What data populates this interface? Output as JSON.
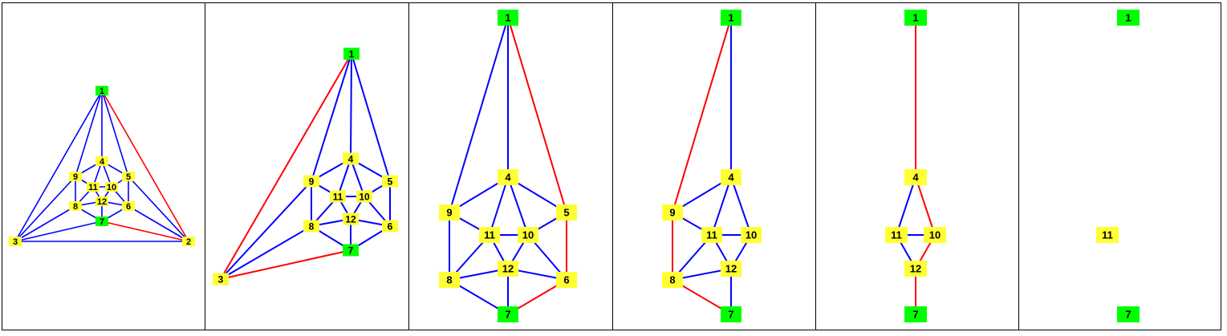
{
  "colors": {
    "edge_default": "#0000ff",
    "edge_highlight": "#ff0000",
    "node_default": "#ffff33",
    "node_terminal": "#00ff00",
    "frame": "#000000"
  },
  "panels": [
    {
      "nodes": [
        {
          "id": "1",
          "type": "terminal"
        },
        {
          "id": "2",
          "type": "default"
        },
        {
          "id": "3",
          "type": "default"
        },
        {
          "id": "4",
          "type": "default"
        },
        {
          "id": "5",
          "type": "default"
        },
        {
          "id": "6",
          "type": "default"
        },
        {
          "id": "7",
          "type": "terminal"
        },
        {
          "id": "8",
          "type": "default"
        },
        {
          "id": "9",
          "type": "default"
        },
        {
          "id": "10",
          "type": "default"
        },
        {
          "id": "11",
          "type": "default"
        },
        {
          "id": "12",
          "type": "default"
        }
      ],
      "edges": [
        [
          "1",
          "2",
          "red"
        ],
        [
          "1",
          "3",
          "blue"
        ],
        [
          "1",
          "4",
          "blue"
        ],
        [
          "1",
          "5",
          "blue"
        ],
        [
          "1",
          "9",
          "blue"
        ],
        [
          "2",
          "3",
          "blue"
        ],
        [
          "2",
          "5",
          "blue"
        ],
        [
          "2",
          "6",
          "blue"
        ],
        [
          "2",
          "7",
          "red"
        ],
        [
          "3",
          "7",
          "blue"
        ],
        [
          "3",
          "8",
          "blue"
        ],
        [
          "3",
          "9",
          "blue"
        ],
        [
          "4",
          "9",
          "blue"
        ],
        [
          "4",
          "5",
          "blue"
        ],
        [
          "4",
          "11",
          "blue"
        ],
        [
          "4",
          "10",
          "blue"
        ],
        [
          "9",
          "11",
          "blue"
        ],
        [
          "9",
          "8",
          "blue"
        ],
        [
          "5",
          "10",
          "blue"
        ],
        [
          "5",
          "6",
          "blue"
        ],
        [
          "11",
          "10",
          "blue"
        ],
        [
          "11",
          "8",
          "blue"
        ],
        [
          "11",
          "12",
          "blue"
        ],
        [
          "10",
          "12",
          "blue"
        ],
        [
          "10",
          "6",
          "blue"
        ],
        [
          "8",
          "12",
          "blue"
        ],
        [
          "12",
          "6",
          "blue"
        ],
        [
          "8",
          "7",
          "blue"
        ],
        [
          "12",
          "7",
          "blue"
        ],
        [
          "6",
          "7",
          "blue"
        ]
      ]
    },
    {
      "nodes": [
        {
          "id": "1",
          "type": "terminal"
        },
        {
          "id": "3",
          "type": "default"
        },
        {
          "id": "4",
          "type": "default"
        },
        {
          "id": "5",
          "type": "default"
        },
        {
          "id": "6",
          "type": "default"
        },
        {
          "id": "7",
          "type": "terminal"
        },
        {
          "id": "8",
          "type": "default"
        },
        {
          "id": "9",
          "type": "default"
        },
        {
          "id": "10",
          "type": "default"
        },
        {
          "id": "11",
          "type": "default"
        },
        {
          "id": "12",
          "type": "default"
        }
      ],
      "edges": [
        [
          "1",
          "3",
          "red"
        ],
        [
          "1",
          "9",
          "blue"
        ],
        [
          "1",
          "4",
          "blue"
        ],
        [
          "1",
          "5",
          "blue"
        ],
        [
          "3",
          "9",
          "blue"
        ],
        [
          "3",
          "8",
          "blue"
        ],
        [
          "3",
          "7",
          "red"
        ],
        [
          "4",
          "9",
          "blue"
        ],
        [
          "4",
          "5",
          "blue"
        ],
        [
          "4",
          "11",
          "blue"
        ],
        [
          "4",
          "10",
          "blue"
        ],
        [
          "9",
          "11",
          "blue"
        ],
        [
          "9",
          "8",
          "blue"
        ],
        [
          "5",
          "10",
          "blue"
        ],
        [
          "5",
          "6",
          "blue"
        ],
        [
          "11",
          "10",
          "blue"
        ],
        [
          "11",
          "8",
          "blue"
        ],
        [
          "11",
          "12",
          "blue"
        ],
        [
          "10",
          "12",
          "blue"
        ],
        [
          "10",
          "6",
          "blue"
        ],
        [
          "8",
          "12",
          "blue"
        ],
        [
          "12",
          "6",
          "blue"
        ],
        [
          "8",
          "7",
          "blue"
        ],
        [
          "12",
          "7",
          "blue"
        ],
        [
          "6",
          "7",
          "blue"
        ]
      ]
    },
    {
      "nodes": [
        {
          "id": "1",
          "type": "terminal"
        },
        {
          "id": "4",
          "type": "default"
        },
        {
          "id": "5",
          "type": "default"
        },
        {
          "id": "6",
          "type": "default"
        },
        {
          "id": "7",
          "type": "terminal"
        },
        {
          "id": "8",
          "type": "default"
        },
        {
          "id": "9",
          "type": "default"
        },
        {
          "id": "10",
          "type": "default"
        },
        {
          "id": "11",
          "type": "default"
        },
        {
          "id": "12",
          "type": "default"
        }
      ],
      "edges": [
        [
          "1",
          "9",
          "blue"
        ],
        [
          "1",
          "4",
          "blue"
        ],
        [
          "1",
          "5",
          "red"
        ],
        [
          "9",
          "4",
          "blue"
        ],
        [
          "4",
          "5",
          "blue"
        ],
        [
          "4",
          "11",
          "blue"
        ],
        [
          "4",
          "10",
          "blue"
        ],
        [
          "9",
          "11",
          "blue"
        ],
        [
          "9",
          "8",
          "blue"
        ],
        [
          "5",
          "10",
          "blue"
        ],
        [
          "5",
          "6",
          "red"
        ],
        [
          "11",
          "10",
          "blue"
        ],
        [
          "11",
          "8",
          "blue"
        ],
        [
          "11",
          "12",
          "blue"
        ],
        [
          "10",
          "12",
          "blue"
        ],
        [
          "10",
          "6",
          "blue"
        ],
        [
          "8",
          "12",
          "blue"
        ],
        [
          "12",
          "6",
          "blue"
        ],
        [
          "8",
          "7",
          "blue"
        ],
        [
          "12",
          "7",
          "blue"
        ],
        [
          "6",
          "7",
          "red"
        ]
      ]
    },
    {
      "nodes": [
        {
          "id": "1",
          "type": "terminal"
        },
        {
          "id": "4",
          "type": "default"
        },
        {
          "id": "7",
          "type": "terminal"
        },
        {
          "id": "8",
          "type": "default"
        },
        {
          "id": "9",
          "type": "default"
        },
        {
          "id": "10",
          "type": "default"
        },
        {
          "id": "11",
          "type": "default"
        },
        {
          "id": "12",
          "type": "default"
        }
      ],
      "edges": [
        [
          "1",
          "9",
          "red"
        ],
        [
          "1",
          "4",
          "blue"
        ],
        [
          "9",
          "4",
          "blue"
        ],
        [
          "4",
          "11",
          "blue"
        ],
        [
          "4",
          "10",
          "blue"
        ],
        [
          "9",
          "11",
          "blue"
        ],
        [
          "9",
          "8",
          "red"
        ],
        [
          "11",
          "10",
          "blue"
        ],
        [
          "11",
          "8",
          "blue"
        ],
        [
          "11",
          "12",
          "blue"
        ],
        [
          "10",
          "12",
          "blue"
        ],
        [
          "8",
          "12",
          "blue"
        ],
        [
          "12",
          "7",
          "blue"
        ],
        [
          "8",
          "7",
          "red"
        ]
      ]
    },
    {
      "nodes": [
        {
          "id": "1",
          "type": "terminal"
        },
        {
          "id": "4",
          "type": "default"
        },
        {
          "id": "7",
          "type": "terminal"
        },
        {
          "id": "10",
          "type": "default"
        },
        {
          "id": "11",
          "type": "default"
        },
        {
          "id": "12",
          "type": "default"
        }
      ],
      "edges": [
        [
          "1",
          "4",
          "red"
        ],
        [
          "4",
          "11",
          "blue"
        ],
        [
          "4",
          "10",
          "red"
        ],
        [
          "11",
          "10",
          "blue"
        ],
        [
          "11",
          "12",
          "blue"
        ],
        [
          "10",
          "12",
          "red"
        ],
        [
          "12",
          "7",
          "red"
        ]
      ]
    },
    {
      "nodes": [
        {
          "id": "1",
          "type": "terminal"
        },
        {
          "id": "11",
          "type": "default"
        },
        {
          "id": "7",
          "type": "terminal"
        }
      ],
      "edges": []
    }
  ]
}
